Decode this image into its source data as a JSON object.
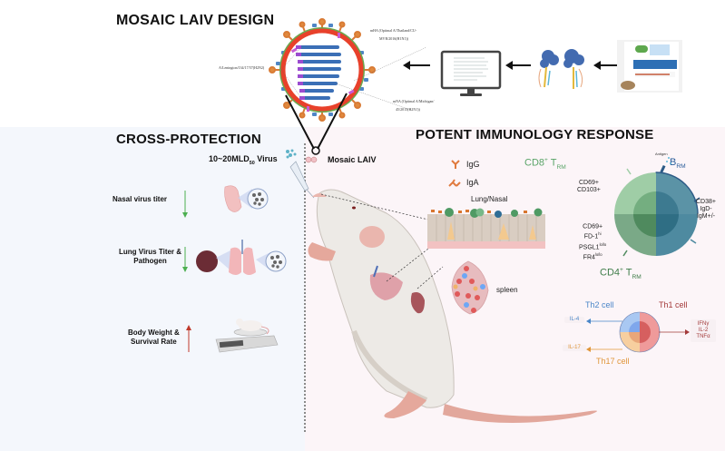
{
  "design": {
    "title": "MOSAIC LAIV DESIGN",
    "virus_labels": {
      "left": "A/Lenington/134/17/57(H2N2)",
      "top_line1": "mHA (Optimal A/Thailand/CU-",
      "top_line2": "MVR/2016(H1N1))",
      "bottom_line1": "mNA (Optimal A/Michigan/",
      "bottom_line2": "45/2015(H1N1))"
    },
    "pipeline": [
      "database-screen",
      "protein-structures",
      "computer-monitor",
      "mosaic-virus"
    ]
  },
  "cross_protection": {
    "title": "CROSS-PROTECTION",
    "challenge": {
      "prefix": "10~20MLD",
      "sub": "50",
      "suffix": " Virus"
    },
    "items": [
      {
        "label": "Nasal virus titer",
        "direction": "down",
        "color": "#4caf50"
      },
      {
        "label_line1": "Lung Virus Titer &",
        "label_line2": "Pathogen",
        "direction": "down",
        "color": "#4caf50"
      },
      {
        "label_line1": "Body Weight &",
        "label_line2": "Survival Rate",
        "direction": "up",
        "color": "#c0392b"
      }
    ]
  },
  "immunology": {
    "title": "POTENT IMMUNOLOGY RESPONSE",
    "vaccine_label": "Mosaic LAIV",
    "antibodies": [
      {
        "label": "IgG"
      },
      {
        "label": "IgA"
      }
    ],
    "tissues": {
      "lung_nasal": "Lung/Nasal",
      "spleen": "spleen"
    },
    "trm": {
      "cd8": {
        "base": "CD8",
        "sup": "+",
        "mid": " T",
        "sub": "RM",
        "color": "#5aa468"
      },
      "cd4": {
        "base": "CD4",
        "sup": "+",
        "mid": " T",
        "sub": "RM",
        "color": "#3f7d4a"
      },
      "brm": {
        "base": "B",
        "sub": "RM",
        "color": "#2a5d9a"
      },
      "antigen": "Antigen",
      "cd8_markers": [
        "CD69+",
        "CD103+"
      ],
      "cd4_markers": [
        {
          "base": "CD69+",
          "sup": ""
        },
        {
          "base": "FD-1",
          "sup": "hi"
        },
        {
          "base": "PSGL1",
          "sup": "lo/lo"
        },
        {
          "base": "FR4",
          "sup": "lo/lo"
        }
      ],
      "b_markers": [
        "CD38+",
        "IgD-",
        "IgM+/-"
      ]
    },
    "th_cells": {
      "th2": {
        "label": "Th2 cell",
        "color": "#4a86c8",
        "cytokine": "IL-4"
      },
      "th1": {
        "label": "Th1 cell",
        "color": "#a33a3a",
        "cytokines": [
          "IFNγ",
          "IL-2",
          "TNFα"
        ]
      },
      "th17": {
        "label": "Th17 cell",
        "color": "#e0963a",
        "cytokine": "IL-17"
      }
    }
  },
  "colors": {
    "left_bg": "#f4f7fc",
    "right_bg": "#fcf5f8",
    "arrow_down": "#4caf50",
    "arrow_up": "#c0392b"
  }
}
